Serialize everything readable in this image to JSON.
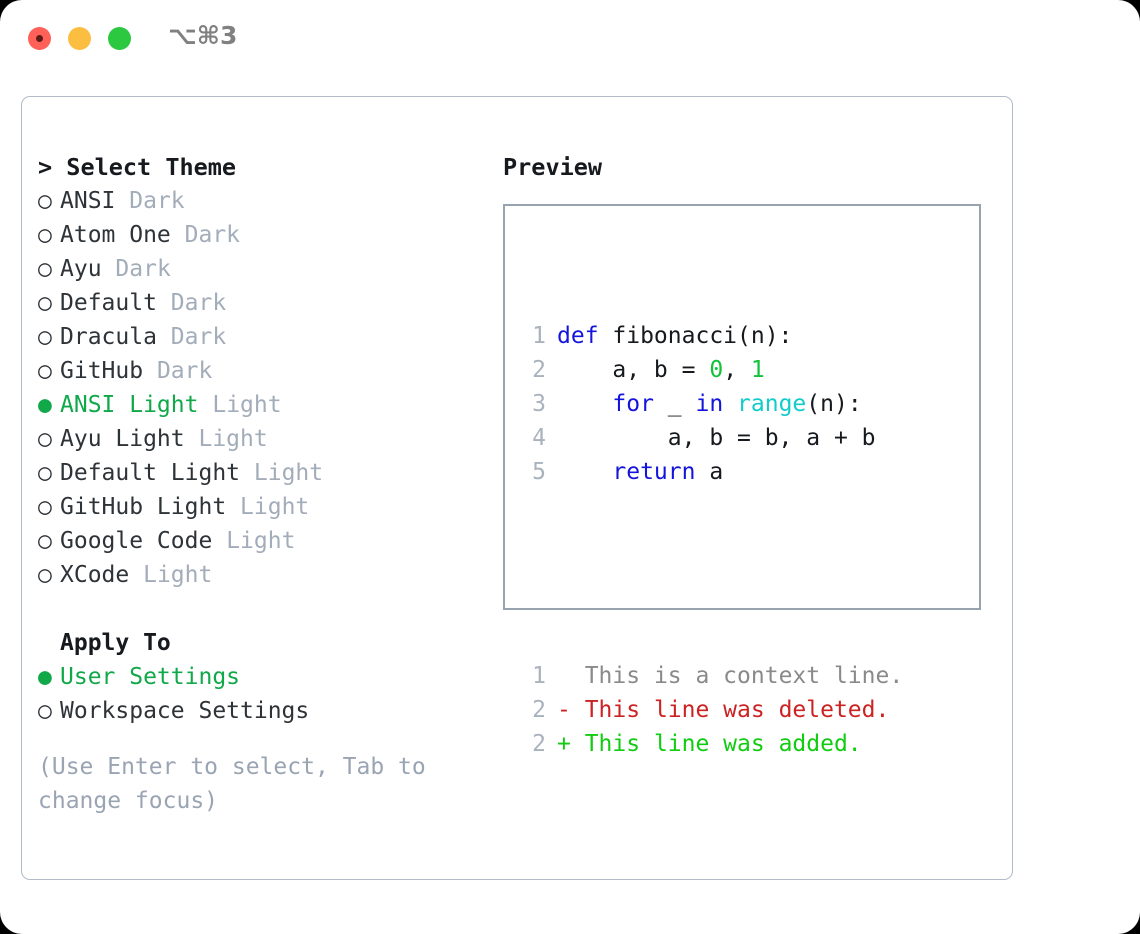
{
  "window": {
    "titlebar_text": "⌥⌘3",
    "traffic_lights": [
      "close-red",
      "minimize-yellow",
      "maximize-green"
    ]
  },
  "colors": {
    "accent_green": "#11a84a",
    "dim_gray": "#a3adba",
    "hint_gray": "#9aa4b2",
    "panel_border": "#b2bbc7",
    "preview_border": "#98a3b0",
    "keyword_blue": "#1414dc",
    "number_green": "#12c23a",
    "function_cyan": "#12cccc",
    "diff_deleted_red": "#cc2222",
    "diff_added_green": "#11cc11",
    "diff_context_gray": "#8a8a8a",
    "line_number_gray": "#a9b2bd"
  },
  "theme_list": {
    "header_prefix": "> ",
    "header": "Select Theme",
    "bullet_selected": "●",
    "bullet_unselected": "○",
    "items": [
      {
        "bullet": "○",
        "name": "ANSI",
        "variant": "Dark",
        "selected": false
      },
      {
        "bullet": "○",
        "name": "Atom One",
        "variant": "Dark",
        "selected": false
      },
      {
        "bullet": "○",
        "name": "Ayu",
        "variant": "Dark",
        "selected": false
      },
      {
        "bullet": "○",
        "name": "Default",
        "variant": "Dark",
        "selected": false
      },
      {
        "bullet": "○",
        "name": "Dracula",
        "variant": "Dark",
        "selected": false
      },
      {
        "bullet": "○",
        "name": "GitHub",
        "variant": "Dark",
        "selected": false
      },
      {
        "bullet": "●",
        "name": "ANSI Light",
        "variant": "Light",
        "selected": true
      },
      {
        "bullet": "○",
        "name": "Ayu Light",
        "variant": "Light",
        "selected": false
      },
      {
        "bullet": "○",
        "name": "Default Light",
        "variant": "Light",
        "selected": false
      },
      {
        "bullet": "○",
        "name": "GitHub Light",
        "variant": "Light",
        "selected": false
      },
      {
        "bullet": "○",
        "name": "Google Code",
        "variant": "Light",
        "selected": false
      },
      {
        "bullet": "○",
        "name": "XCode",
        "variant": "Light",
        "selected": false
      }
    ]
  },
  "apply_to": {
    "header": "Apply To",
    "items": [
      {
        "bullet": "●",
        "label": "User Settings",
        "selected": true
      },
      {
        "bullet": "○",
        "label": "Workspace Settings",
        "selected": false
      }
    ]
  },
  "hint": "(Use Enter to select, Tab to change focus)",
  "preview": {
    "title": "Preview",
    "code_lines": [
      {
        "number": "1",
        "tokens": [
          {
            "t": "def",
            "c": "kw"
          },
          {
            "t": " fibonacci(n):",
            "c": "plain"
          }
        ]
      },
      {
        "number": "2",
        "tokens": [
          {
            "t": "    a, b = ",
            "c": "plain"
          },
          {
            "t": "0",
            "c": "num"
          },
          {
            "t": ", ",
            "c": "plain"
          },
          {
            "t": "1",
            "c": "num"
          }
        ]
      },
      {
        "number": "3",
        "tokens": [
          {
            "t": "    ",
            "c": "plain"
          },
          {
            "t": "for",
            "c": "kw"
          },
          {
            "t": " _ ",
            "c": "plain"
          },
          {
            "t": "in",
            "c": "kw"
          },
          {
            "t": " ",
            "c": "plain"
          },
          {
            "t": "range",
            "c": "fn"
          },
          {
            "t": "(n):",
            "c": "plain"
          }
        ]
      },
      {
        "number": "4",
        "tokens": [
          {
            "t": "        a, b = b, a + b",
            "c": "plain"
          }
        ]
      },
      {
        "number": "5",
        "tokens": [
          {
            "t": "    ",
            "c": "plain"
          },
          {
            "t": "return",
            "c": "kw"
          },
          {
            "t": " a",
            "c": "plain"
          }
        ]
      }
    ],
    "diff_lines": [
      {
        "number": "1",
        "marker": " ",
        "text": " This is a context line.",
        "kind": "d-ctx"
      },
      {
        "number": "2",
        "marker": "-",
        "text": " This line was deleted.",
        "kind": "d-del"
      },
      {
        "number": "2",
        "marker": "+",
        "text": " This line was added.",
        "kind": "d-add"
      }
    ]
  }
}
